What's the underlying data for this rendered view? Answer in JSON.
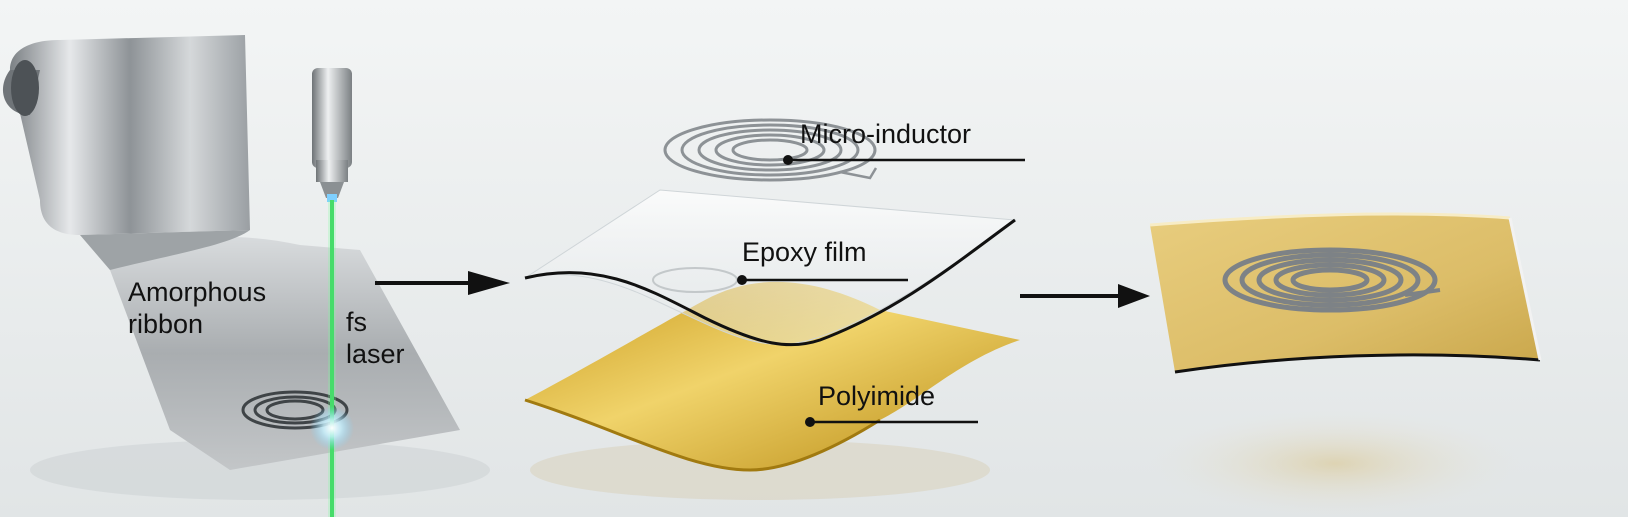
{
  "labels": {
    "amorphous_ribbon": "Amorphous ribbon",
    "fs_laser": "fs laser",
    "micro_inductor": "Micro-inductor",
    "epoxy_film": "Epoxy film",
    "polyimide": "Polyimide"
  },
  "colors": {
    "background": "#e9ecec",
    "metal": "#b8bcbf",
    "laser": "#35d05a",
    "polyimide": "#d6b13a",
    "arrow": "#111111"
  }
}
